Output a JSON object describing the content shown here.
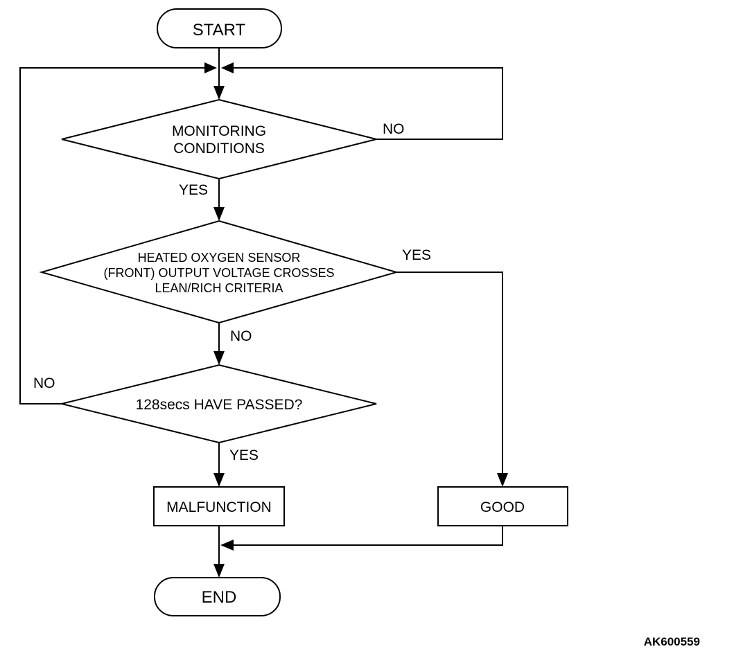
{
  "diagram": {
    "start": "START",
    "decision_monitoring": {
      "line1": "MONITORING",
      "line2": "CONDITIONS"
    },
    "decision_sensor": {
      "line1": "HEATED OXYGEN SENSOR",
      "line2": "(FRONT) OUTPUT VOLTAGE CROSSES",
      "line3": "LEAN/RICH CRITERIA"
    },
    "decision_timer": "128secs HAVE PASSED?",
    "malfunction": "MALFUNCTION",
    "good": "GOOD",
    "end": "END",
    "labels": {
      "monitoring_no": "NO",
      "monitoring_yes": "YES",
      "sensor_yes": "YES",
      "sensor_no": "NO",
      "timer_no": "NO",
      "timer_yes": "YES"
    },
    "figure_code": "AK600559"
  }
}
